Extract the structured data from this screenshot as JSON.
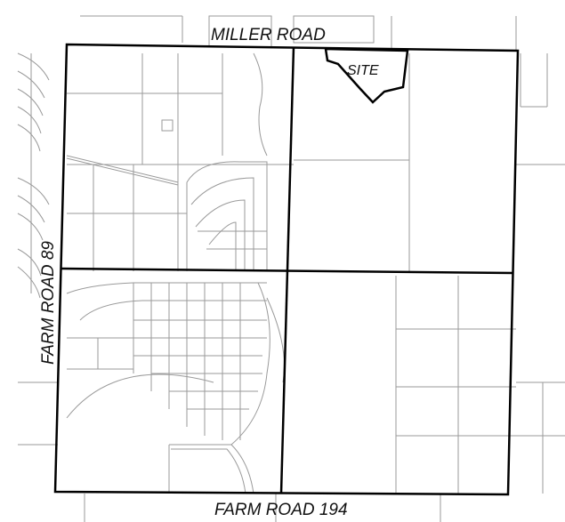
{
  "map": {
    "roads": {
      "north": "MILLER ROAD",
      "south": "FARM ROAD 194",
      "west": "FARM ROAD 89"
    },
    "site_label": "SITE",
    "colors": {
      "background": "#ffffff",
      "section_lines": "#000000",
      "parcel_lines": "#9a9a9a",
      "label_text": "#111111"
    }
  }
}
